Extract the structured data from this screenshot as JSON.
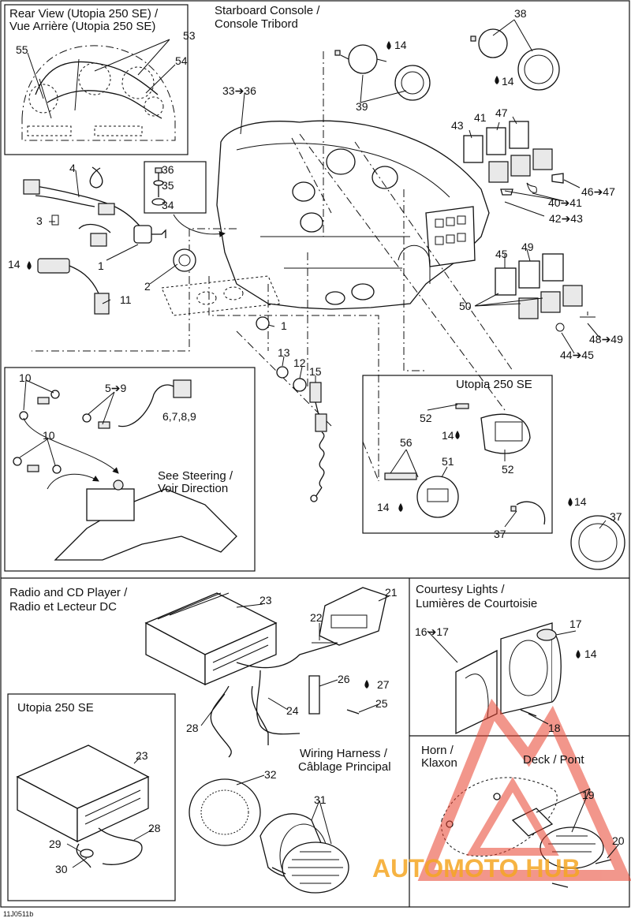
{
  "sections": {
    "rear_view": "Rear View (Utopia 250 SE) / Vue Arrière (Utopia 250 SE)",
    "starboard_console": "Starboard Console / Console Tribord",
    "utopia_250se_gauges": "Utopia 250 SE",
    "steering": "See  Steering / Voir Direction",
    "radio": "Radio and CD Player / Radio et Lecteur DC",
    "utopia_250se_radio": "Utopia 250 SE",
    "courtesy": "Courtesy Lights / Lumières de Courtoisie",
    "horn": "Horn / Klaxon",
    "deck": "Deck / Pont",
    "wiring": "Wiring Harness / Câblage Principal"
  },
  "labels": [
    "55",
    "53",
    "54",
    "33➔36",
    "38",
    "14",
    "39",
    "14",
    "4",
    "36",
    "35",
    "34",
    "3",
    "1",
    "14",
    "2",
    "11",
    "1",
    "43",
    "41",
    "47",
    "46➔47",
    "40➔41",
    "42➔43",
    "45",
    "49",
    "50",
    "48➔49",
    "44➔45",
    "10",
    "5➔9",
    "6,7,8,9",
    "10",
    "13",
    "12",
    "15",
    "Utopia 250 SE",
    "52",
    "14",
    "52",
    "56",
    "51",
    "14",
    "14",
    "37",
    "37",
    "23",
    "21",
    "22",
    "26",
    "27",
    "25",
    "24",
    "28",
    "16➔17",
    "17",
    "14",
    "18",
    "23",
    "32",
    "31",
    "28",
    "29",
    "30",
    "19",
    "20"
  ],
  "watermark": "AUTOMOTO HUB",
  "figure_code": "11J0511b",
  "colors": {
    "ink": "#111111",
    "watermark_red": "#e8412e",
    "watermark_orange": "#f5a623"
  },
  "icons": [
    "drop-icon",
    "arrow-icon",
    "key-icon",
    "gauge-icon",
    "switch-icon",
    "fan-icon",
    "horn-icon",
    "speaker-icon",
    "lamp-icon"
  ]
}
